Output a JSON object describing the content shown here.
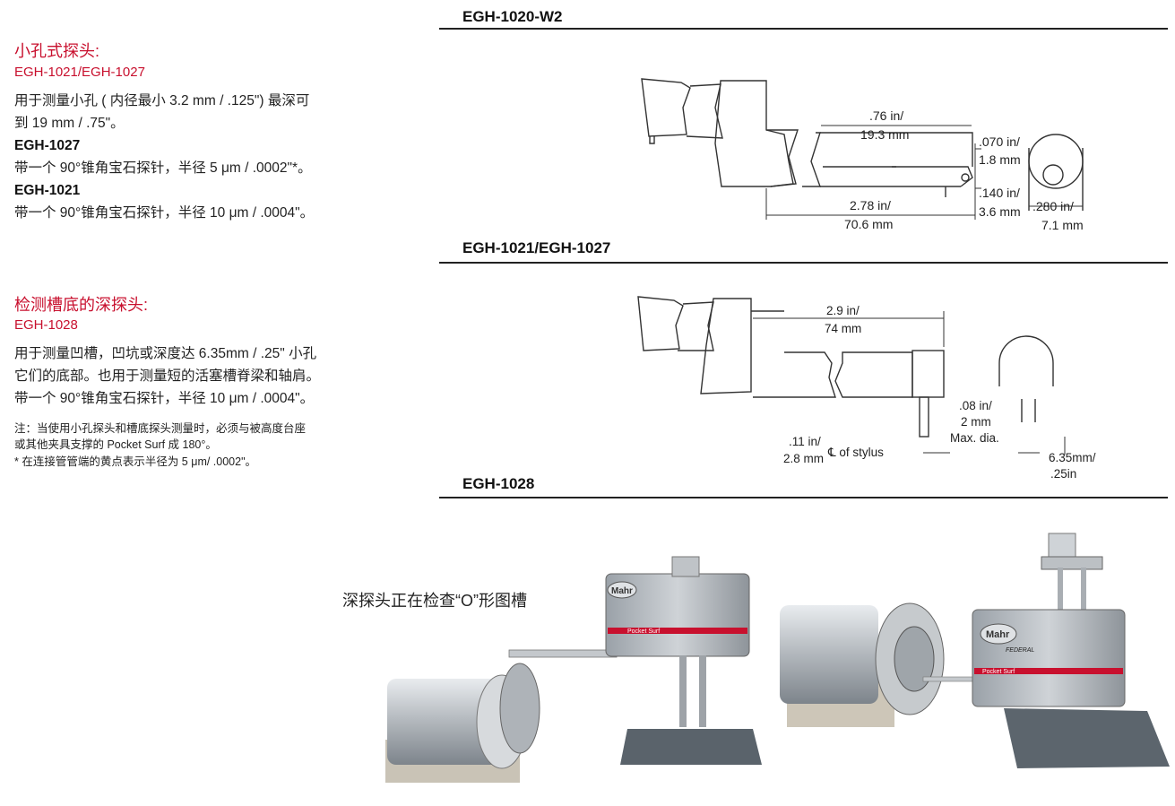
{
  "left": {
    "section1": {
      "title": "小孔式探头:",
      "models": "EGH-1021/EGH-1027",
      "desc_line1": "用于测量小孔 ( 内径最小 3.2 mm  / .125\") 最深可",
      "desc_line2": "到 19 mm / .75\"。",
      "item1_label": "EGH-1027",
      "item1_text": "带一个 90°锥角宝石探针，半径 5 μm / .0002\"*。",
      "item2_label": "EGH-1021",
      "item2_text": "带一个 90°锥角宝石探针，半径 10 μm / .0004\"。"
    },
    "section2": {
      "title": "检测槽底的深探头:",
      "models": "EGH-1028",
      "line1": "用于测量凹槽，凹坑或深度达 6.35mm / .25\" 小孔",
      "line2": "它们的底部。也用于测量短的活塞槽脊梁和轴肩。",
      "line3": "带一个 90°锥角宝石探针，半径 10 μm / .0004\"。"
    },
    "notes": {
      "line1": "注：当使用小孔探头和槽底探头测量时，必须与被高度台座",
      "line2": "或其他夹具支撑的 Pocket Surf 成 180°。",
      "line3": "* 在连接管管端的黄点表示半径为 5 μm/ .0002\"。"
    }
  },
  "right": {
    "head1": "EGH-1020-W2",
    "head2": "EGH-1021/EGH-1027",
    "head3": "EGH-1028",
    "d1": {
      "dim_a1": ".76 in/",
      "dim_a2": "19.3 mm",
      "dim_b1": ".070 in/",
      "dim_b2": "1.8 mm",
      "dim_c1": ".140 in/",
      "dim_c2": "3.6 mm",
      "dim_d1": "2.78 in/",
      "dim_d2": "70.6 mm",
      "dim_e1": ".280 in/",
      "dim_e2": "7.1 mm"
    },
    "d2": {
      "dim_a1": "2.9 in/",
      "dim_a2": "74 mm",
      "dim_b1": ".08 in/",
      "dim_b2": "2 mm",
      "dim_b3": "Max. dia.",
      "dim_c1": ".11 in/",
      "dim_c2": "2.8 mm",
      "stylus_lbl": "℄ of stylus",
      "dim_d1": "6.35mm/",
      "dim_d2": ".25in"
    }
  },
  "photo": {
    "caption": "深探头正在检查“O”形图槽",
    "brand": "Mahr",
    "brand2": "FEDERAL",
    "product": "Pocket Surf"
  },
  "colors": {
    "accent_red": "#c8102e",
    "rule": "#222222"
  }
}
